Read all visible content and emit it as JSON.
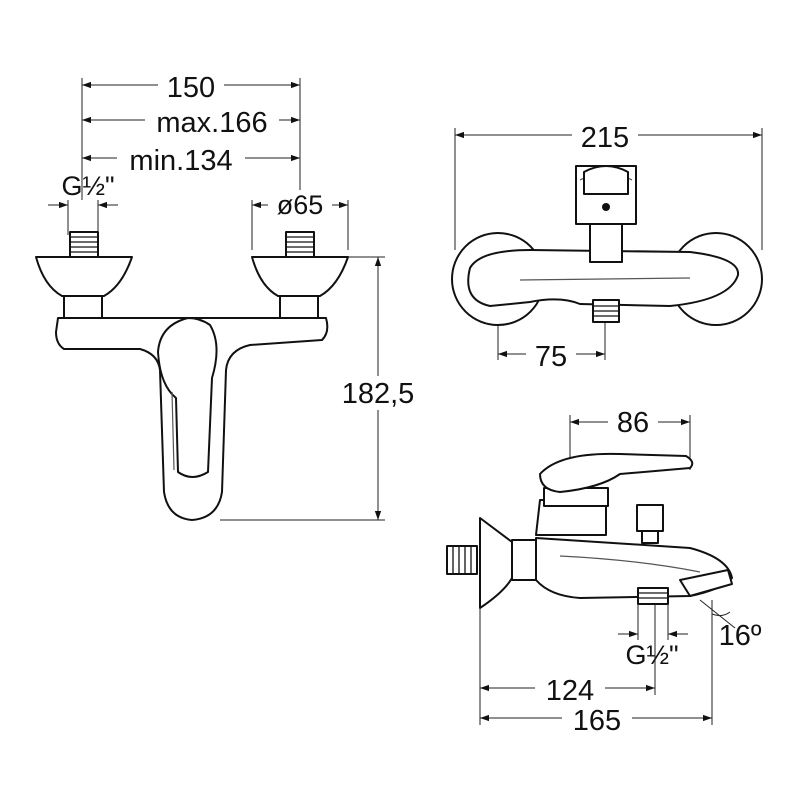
{
  "drawing": {
    "front_view": {
      "width_label": "150",
      "max_label": "max.166",
      "min_label": "min.134",
      "thread_label": "G½\"",
      "flange_label": "ø65",
      "height_label": "182,5"
    },
    "top_view": {
      "width_label": "215",
      "outlet_label": "75"
    },
    "side_view": {
      "lever_label": "86",
      "thread_label": "G½\"",
      "angle_label": "16º",
      "outlet_depth_label": "124",
      "depth_label": "165"
    }
  }
}
